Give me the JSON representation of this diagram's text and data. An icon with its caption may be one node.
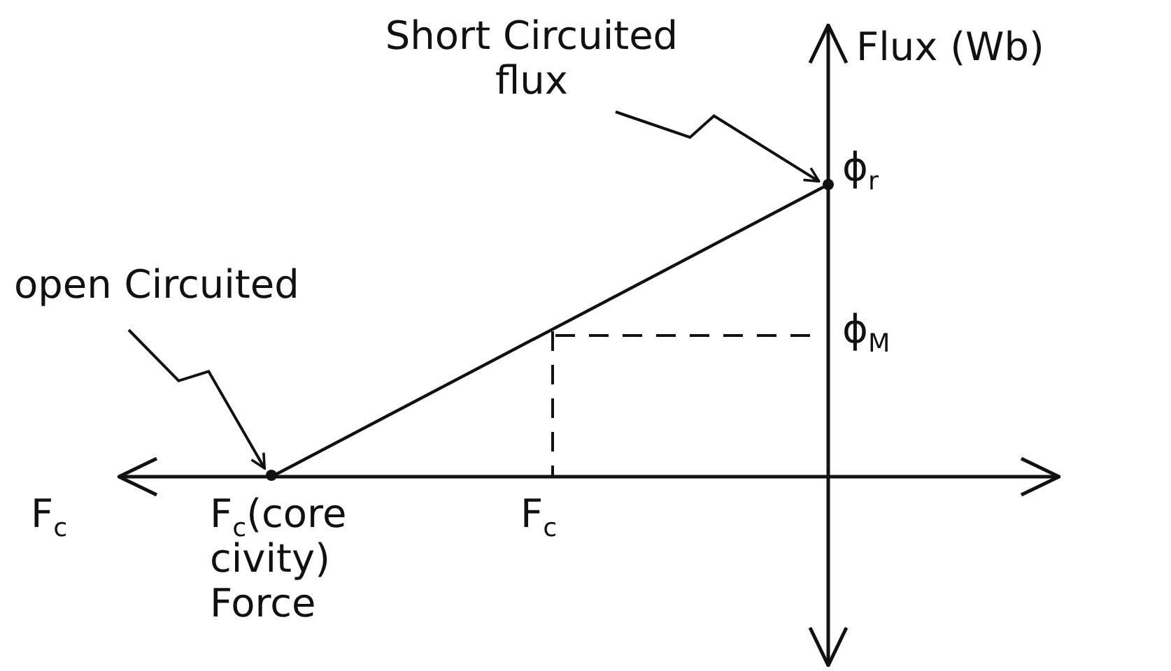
{
  "diagram": {
    "nodes": [
      {
        "text": [
          "Short Circuited flux"
        ]
      },
      {
        "text": [],
        "shape": "circle"
      },
      {
        "text": [
          "open Circuited"
        ]
      },
      {
        "text": [],
        "shape": "circle"
      }
    ],
    "edges": [
      {
        "from": 0,
        "to": 1,
        "arrow": "to"
      },
      {
        "from": 2,
        "to": 3,
        "arrow": "to"
      }
    ],
    "labels": [
      "Flux (Wb)",
      "ϕ$_{r}$",
      "ϕ$_{M}$",
      "F$_{c}$",
      "F$_{c}$(core civity) Force",
      "F$_{c}$"
    ]
  }
}
